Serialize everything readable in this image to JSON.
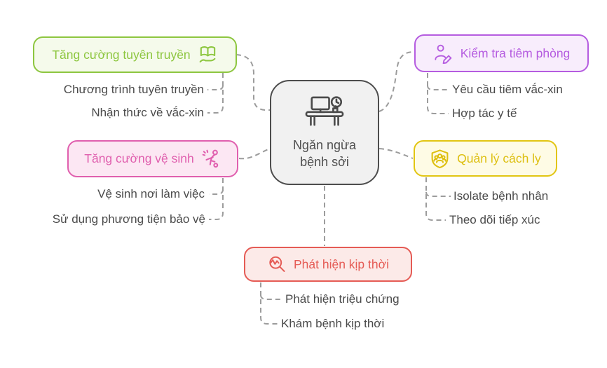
{
  "diagram": {
    "title_center": {
      "label_line1": "Ngăn ngừa",
      "label_line2": "bệnh sởi",
      "icon": "desk-monitor-clock-icon",
      "border_color": "#4d4d4d",
      "bg_color": "#f1f1f1"
    },
    "connector_color": "#9c9c9c",
    "child_text_color": "#4a4a4a",
    "branches": [
      {
        "label": "Tăng cường tuyên truyền",
        "icon": "book-in-hand-icon",
        "color": "#8dc63f",
        "bg": "#f5faeb",
        "children": [
          "Chương trình tuyên truyền",
          "Nhận thức về vắc-xin"
        ]
      },
      {
        "label": "Kiểm tra tiêm phòng",
        "icon": "person-edit-icon",
        "color": "#b55ce0",
        "bg": "#f8edfc",
        "children": [
          "Yêu cầu tiêm vắc-xin",
          "Hợp tác y tế"
        ]
      },
      {
        "label": "Tăng cường vệ sinh",
        "icon": "person-cleaning-icon",
        "color": "#e05fae",
        "bg": "#fce7f3",
        "children": [
          "Vệ sinh nơi làm việc",
          "Sử dụng phương tiện bảo vệ"
        ]
      },
      {
        "label": "Quản lý cách ly",
        "icon": "shield-group-icon",
        "color": "#e2c512",
        "bg": "#fefbe5",
        "children": [
          "Isolate bệnh nhân",
          "Theo dõi tiếp xúc"
        ]
      },
      {
        "label": "Phát hiện kịp thời",
        "icon": "magnifier-pulse-icon",
        "color": "#e55b55",
        "bg": "#fceae8",
        "children": [
          "Phát hiện triệu chứng",
          "Khám bệnh kịp thời"
        ]
      }
    ]
  }
}
